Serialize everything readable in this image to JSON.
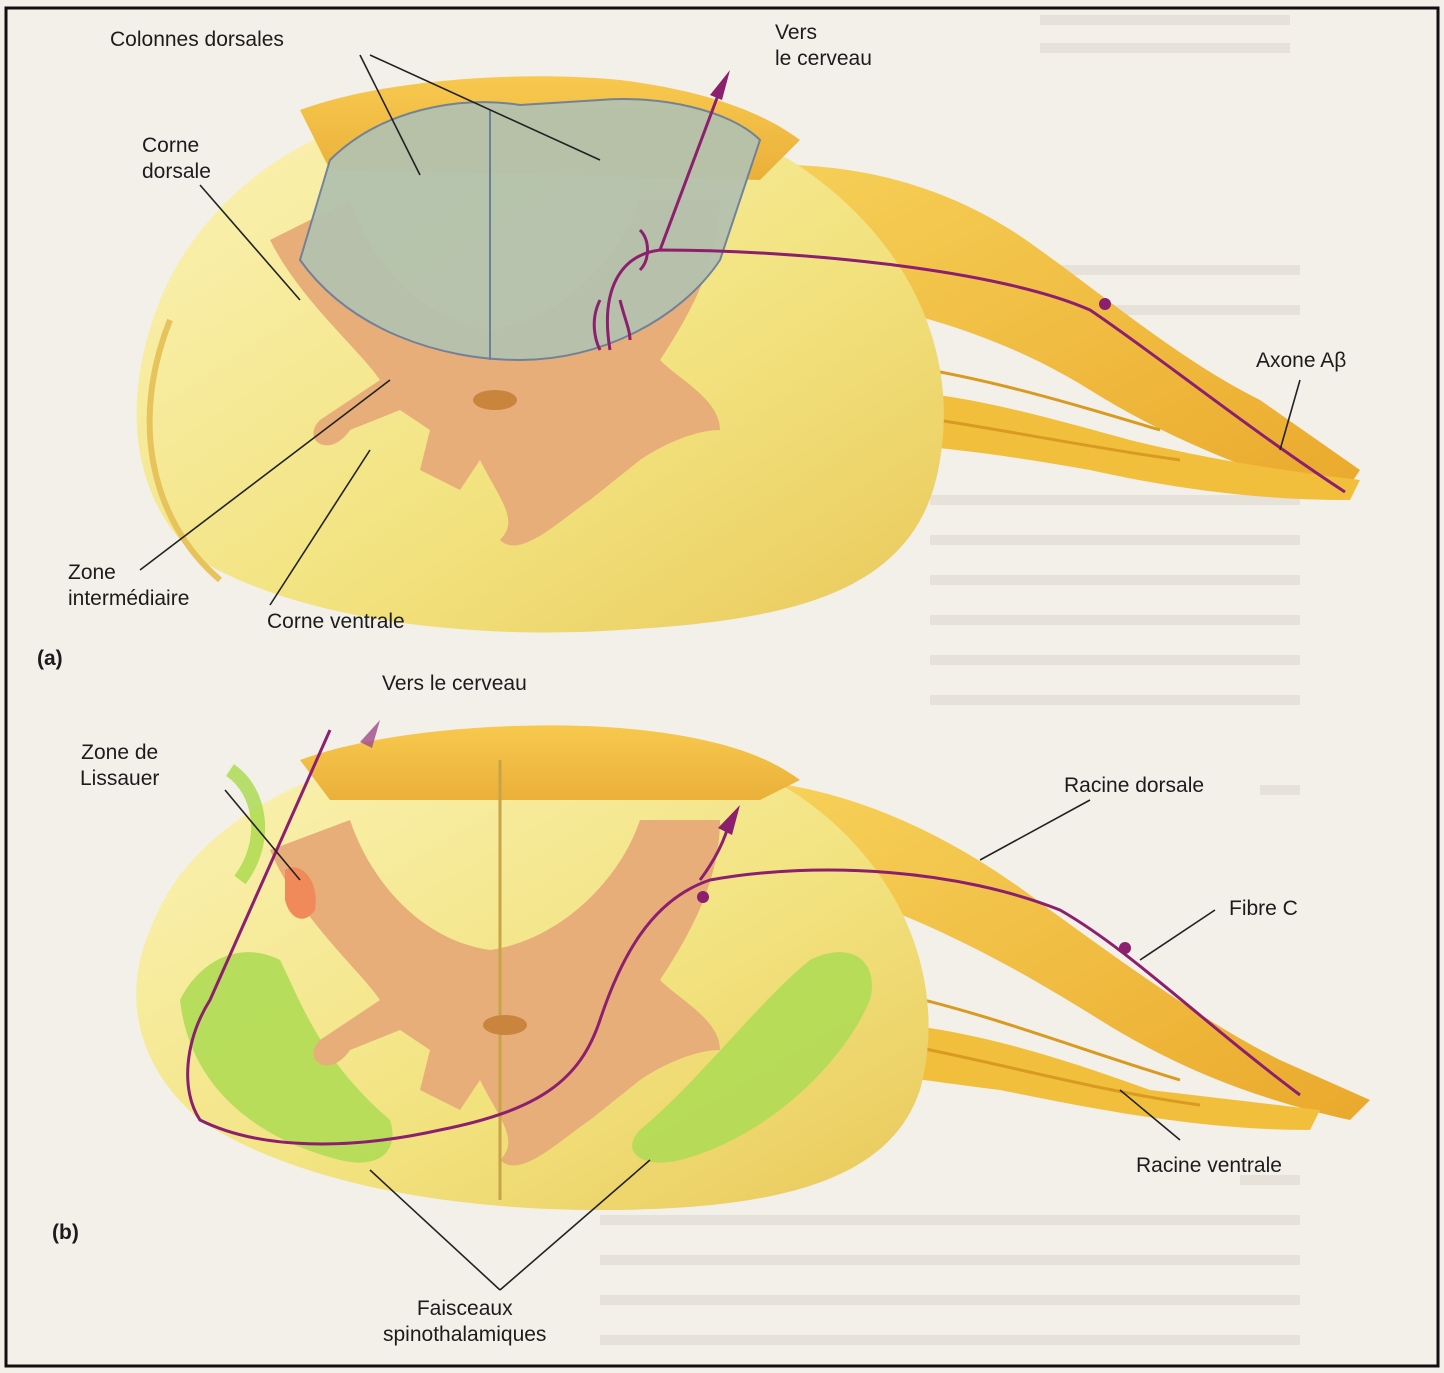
{
  "panel_a": {
    "letter": "(a)",
    "labels": {
      "colonnes_dorsales": "Colonnes dorsales",
      "vers_le_cerveau": "Vers\nle cerveau",
      "corne_dorsale": "Corne\ndorsale",
      "axone": "Axone Aβ",
      "zone_intermediaire": "Zone\nintermédiaire",
      "corne_ventrale": "Corne ventrale"
    }
  },
  "panel_b": {
    "letter": "(b)",
    "labels": {
      "vers_le_cerveau": "Vers le cerveau",
      "zone_de_lissauer": "Zone de\nLissauer",
      "racine_dorsale": "Racine dorsale",
      "fibre_c": "Fibre C",
      "racine_ventrale": "Racine ventrale",
      "faisceaux": "Faisceaux\nspinothalamiques"
    }
  },
  "colors": {
    "white_matter": "#f3df7c",
    "gray_matter": "#e6ad78",
    "dorsal_columns": "#a9b8a6",
    "nerve_roots": "#f5c84a",
    "spinothalamic_tract": "#a8d94a",
    "lissauer_zone": "#f08a5a",
    "axon": "#8c1f6e",
    "background_text": "#bfb6ad"
  }
}
